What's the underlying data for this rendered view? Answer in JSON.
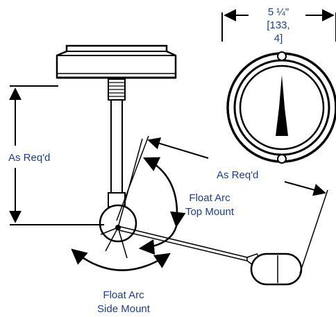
{
  "diagram": {
    "dimension_width": "5 ¼\"",
    "dimension_width_metric_line1": "[133,",
    "dimension_width_metric_line2": "4]",
    "height_label": "As Req'd",
    "arm_length_label": "As Req'd",
    "float_arc_top": {
      "line1": "Float Arc",
      "line2": "Top Mount"
    },
    "float_arc_side": {
      "line1": "Float Arc",
      "line2": "Side Mount"
    },
    "colors": {
      "line": "#000000",
      "label": "#1a3d8f",
      "background": "#ffffff"
    }
  }
}
